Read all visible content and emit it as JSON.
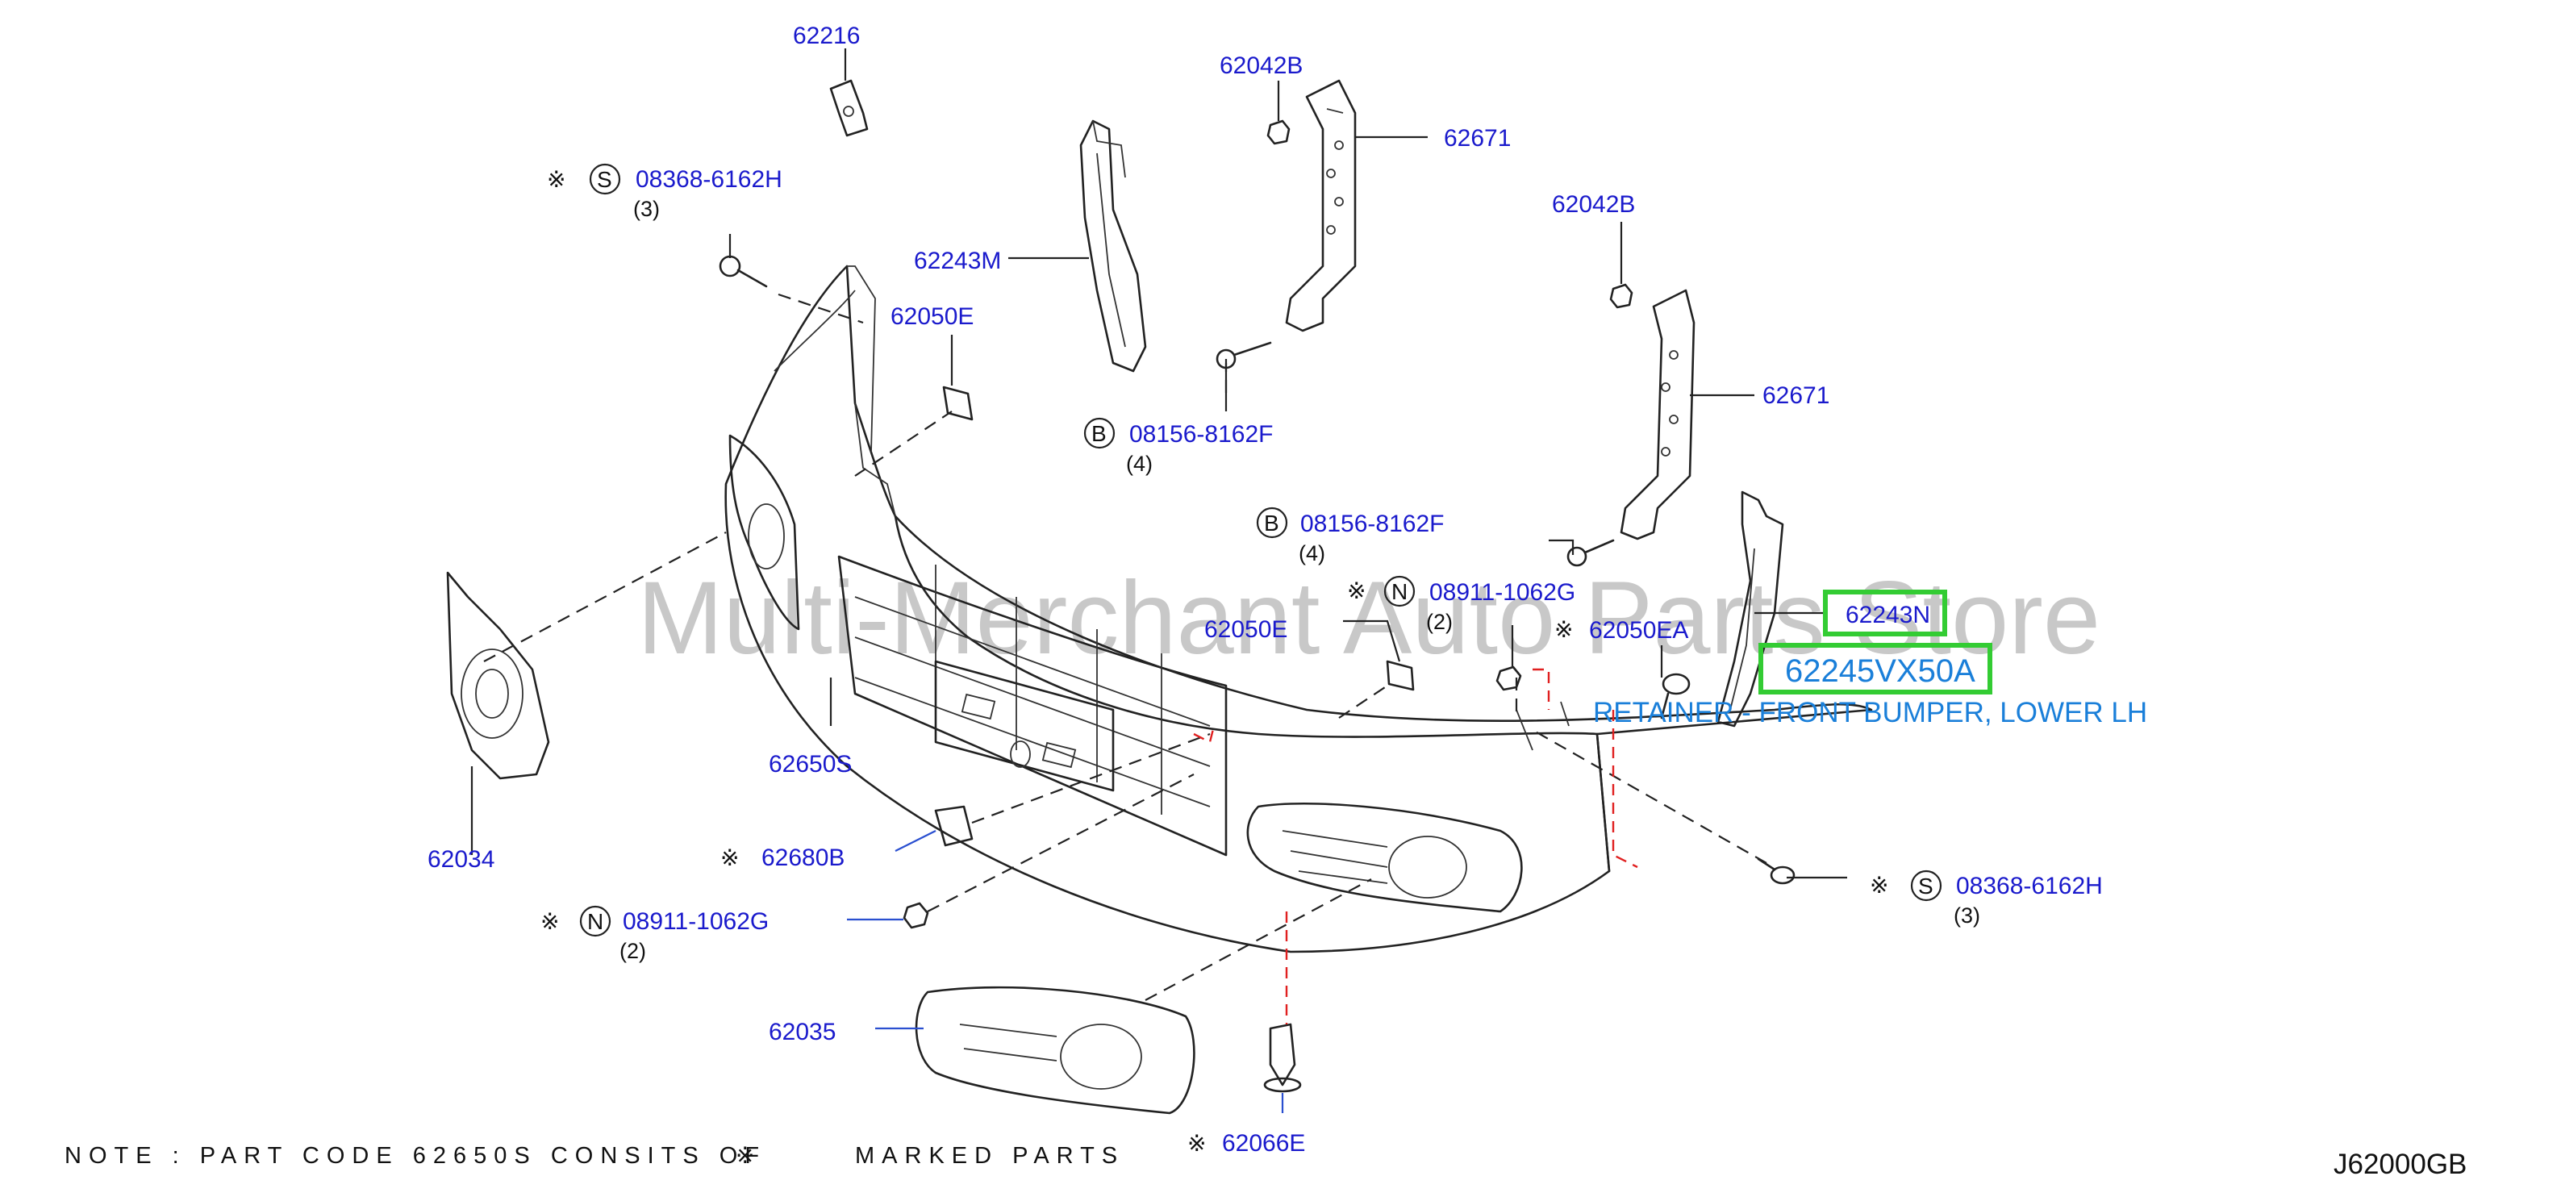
{
  "diagram_code": "J62000GB",
  "watermark": "Multi-Merchant Auto Parts Store",
  "highlight": {
    "part_ref": "62243N",
    "part_number": "62245VX50A",
    "description": "RETAINER - FRONT BUMPER, LOWER LH",
    "color": "#33cc33",
    "text_color": "#1a7fd9"
  },
  "note": {
    "prefix": "NOTE : PART CODE 62650S CONSITS OF",
    "mark": "※",
    "suffix": "MARKED PARTS"
  },
  "symbols": {
    "kome": "※",
    "S": "S",
    "N": "N",
    "B": "B"
  },
  "callouts": {
    "c62216": "62216",
    "c62042b_top": "62042B",
    "c62671_top": "62671",
    "c08368_top": "08368-6162H",
    "c08368_top_qty": "(3)",
    "c62243m": "62243M",
    "c62050e_top": "62050E",
    "c62042b_right": "62042B",
    "c62671_right": "62671",
    "c08156_top": "08156-8162F",
    "c08156_top_qty": "(4)",
    "c08156_mid": "08156-8162F",
    "c08156_mid_qty": "(4)",
    "c08911_top": "08911-1062G",
    "c08911_top_qty": "(2)",
    "c62050e_mid": "62050E",
    "c62050ea": "62050EA",
    "c62650s": "62650S",
    "c62034": "62034",
    "c62680b": "62680B",
    "c08911_bot": "08911-1062G",
    "c08911_bot_qty": "(2)",
    "c08368_bot": "08368-6162H",
    "c08368_bot_qty": "(3)",
    "c62035": "62035",
    "c62066e": "62066E"
  },
  "icons": [
    "kome-mark-icon",
    "s-circle-icon",
    "n-circle-icon",
    "b-circle-icon",
    "bolt-icon",
    "nut-icon",
    "clip-icon"
  ]
}
